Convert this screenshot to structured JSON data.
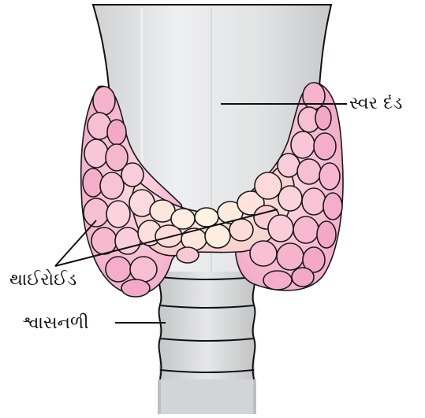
{
  "labels": {
    "larynx": "સ્વર દંડ",
    "thyroid": "થાઈરોઈડ",
    "trachea": "શ્વાસનળી"
  },
  "colors": {
    "thyroid_outer": "#f2a6c4",
    "thyroid_inner": "#fbe3d6",
    "larynx": "#e4e5e6",
    "trachea": "#d9dadb",
    "outline": "#111111"
  }
}
